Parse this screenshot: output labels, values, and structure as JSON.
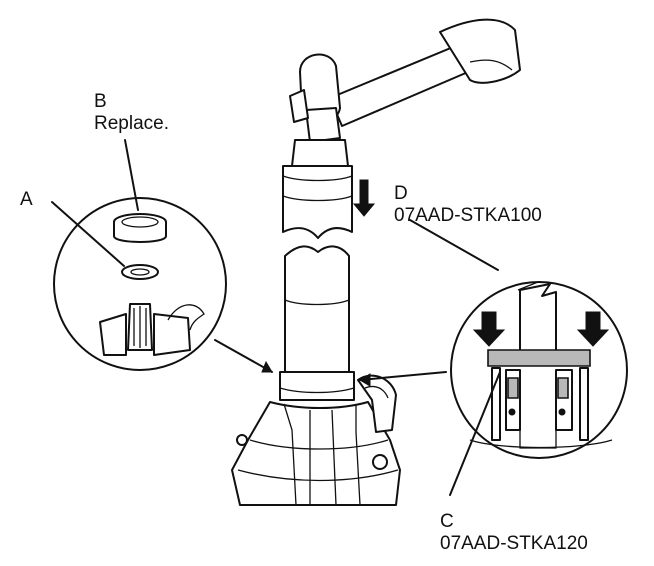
{
  "labels": {
    "a_letter": "A",
    "b_letter": "B",
    "b_note": "Replace.",
    "c_letter": "C",
    "c_part": "07AAD-STKA120",
    "d_letter": "D",
    "d_part": "07AAD-STKA100"
  },
  "colors": {
    "line": "#111111",
    "shade": "#b8b8b8",
    "background": "#ffffff"
  },
  "icons": [
    "hammer-icon",
    "down-arrow-icon"
  ]
}
